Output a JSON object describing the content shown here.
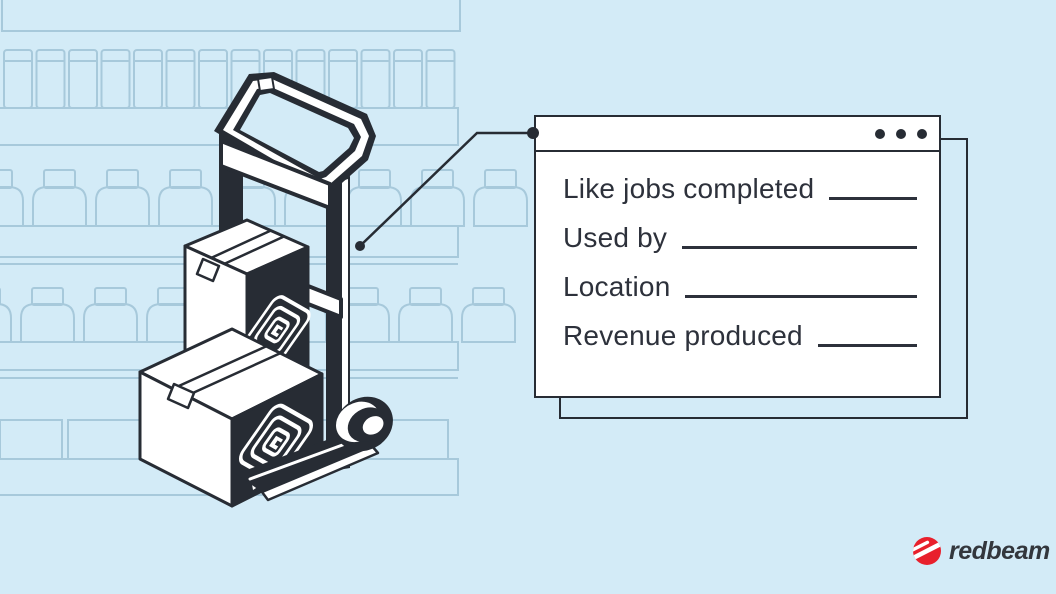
{
  "scene": {
    "description": "Isometric illustration of a hand truck carrying two RFID-tagged boxes in front of store shelves, with a callout window listing asset-tracking fields"
  },
  "callout": {
    "window_dots": 3,
    "fields": [
      {
        "label": "Like jobs completed"
      },
      {
        "label": "Used by"
      },
      {
        "label": "Location"
      },
      {
        "label": "Revenue produced"
      }
    ]
  },
  "logo": {
    "text": "redbeam"
  },
  "colors": {
    "background": "#d3ebf7",
    "shelf_line": "#a7c9db",
    "ink": "#272c34",
    "card_background": "#ffffff",
    "accent_red": "#e8202c"
  }
}
